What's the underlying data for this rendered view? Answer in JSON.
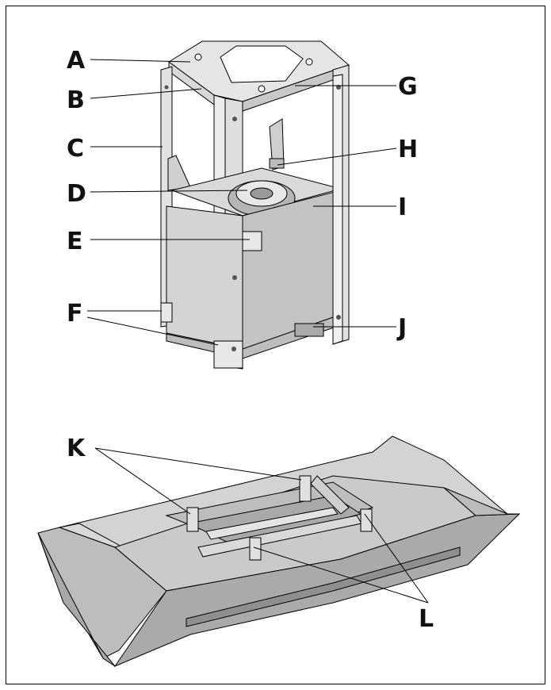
{
  "diagram": {
    "figure_top": "hood motor housing frame",
    "figure_bottom": "hood canopy with brackets",
    "callouts": [
      "A",
      "B",
      "C",
      "D",
      "E",
      "F",
      "G",
      "H",
      "I",
      "J",
      "K",
      "L"
    ]
  },
  "colors": {
    "panel_light": "#d6d6d6",
    "panel_mid": "#bdbdbd",
    "panel_dark": "#9e9e9e",
    "frame_metal": "#e4e4e4",
    "ink": "#000000"
  }
}
